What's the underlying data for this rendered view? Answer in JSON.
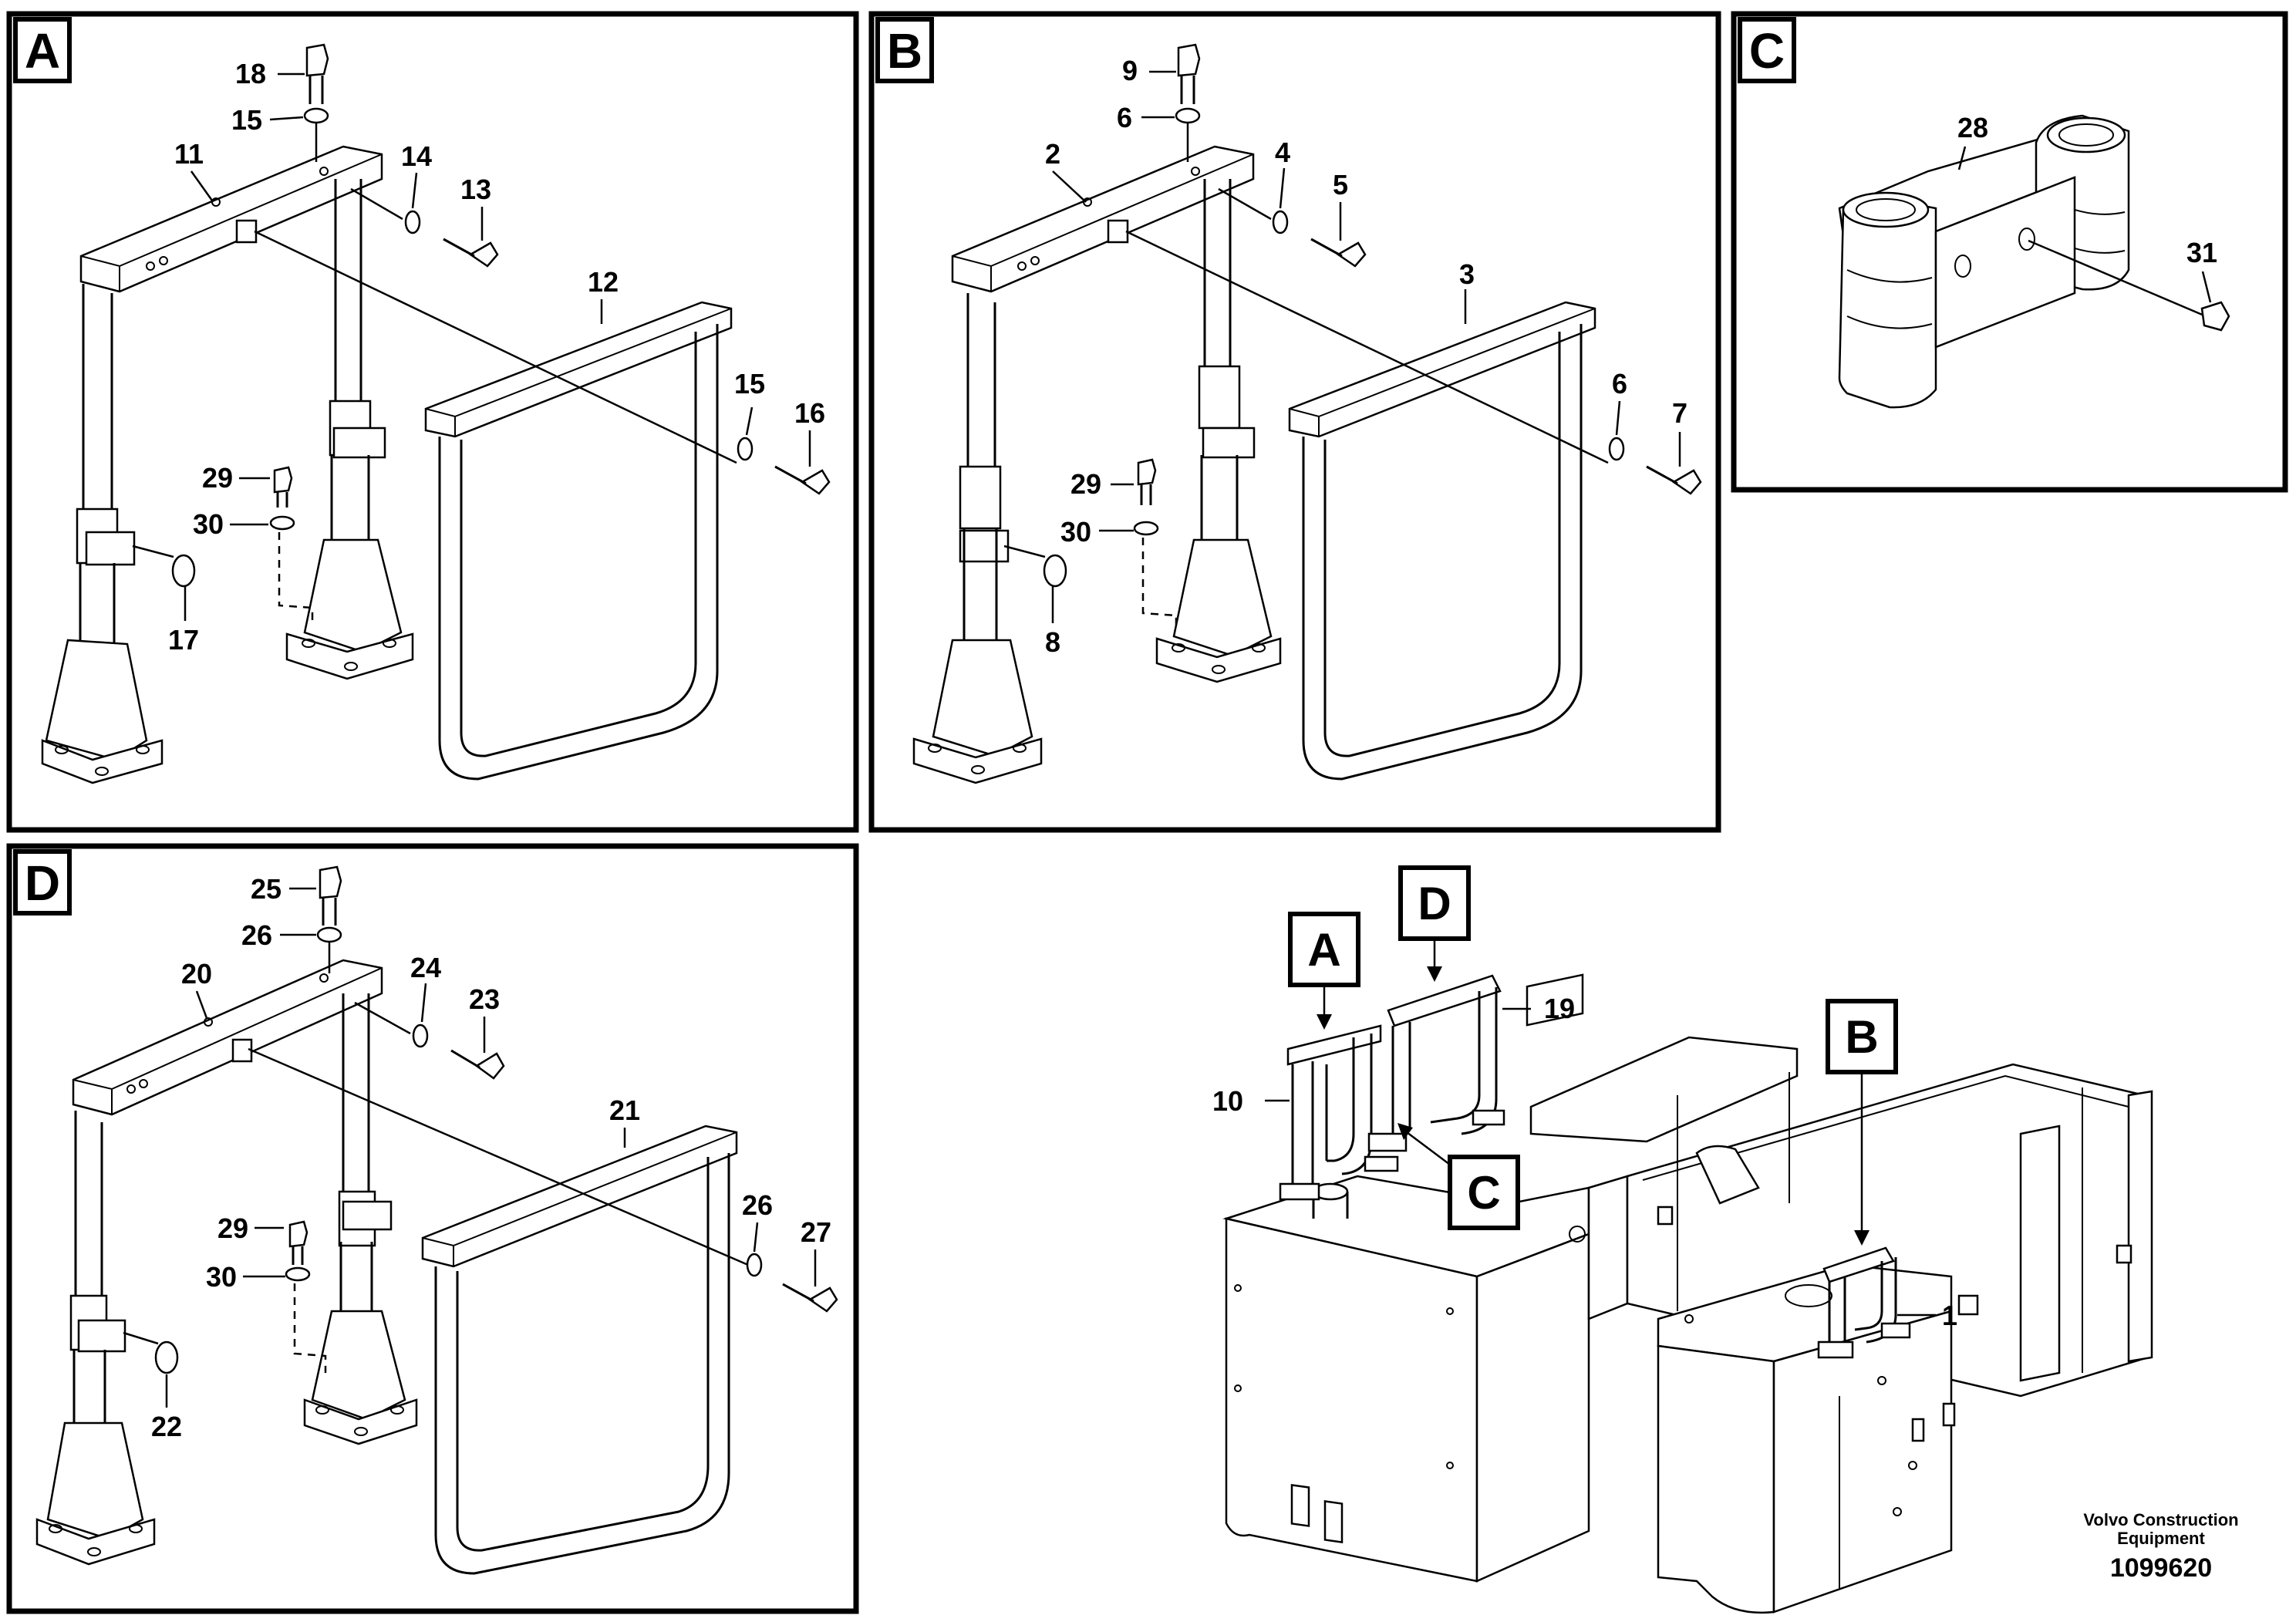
{
  "panels": [
    {
      "letter": "A",
      "callouts": [
        "18",
        "15",
        "11",
        "14",
        "13",
        "12",
        "15",
        "16",
        "29",
        "30",
        "17"
      ]
    },
    {
      "letter": "B",
      "callouts": [
        "9",
        "6",
        "2",
        "4",
        "5",
        "3",
        "6",
        "7",
        "29",
        "30",
        "8"
      ]
    },
    {
      "letter": "C",
      "callouts": [
        "28",
        "31"
      ]
    },
    {
      "letter": "D",
      "callouts": [
        "25",
        "26",
        "20",
        "24",
        "23",
        "21",
        "26",
        "27",
        "29",
        "30",
        "22"
      ]
    }
  ],
  "overview": {
    "callout_letters": [
      "A",
      "D",
      "B",
      "C"
    ],
    "callouts": [
      "10",
      "19",
      "1"
    ]
  },
  "credit": {
    "line1": "Volvo Construction",
    "line2": "Equipment",
    "drawing_number": "1099620"
  }
}
